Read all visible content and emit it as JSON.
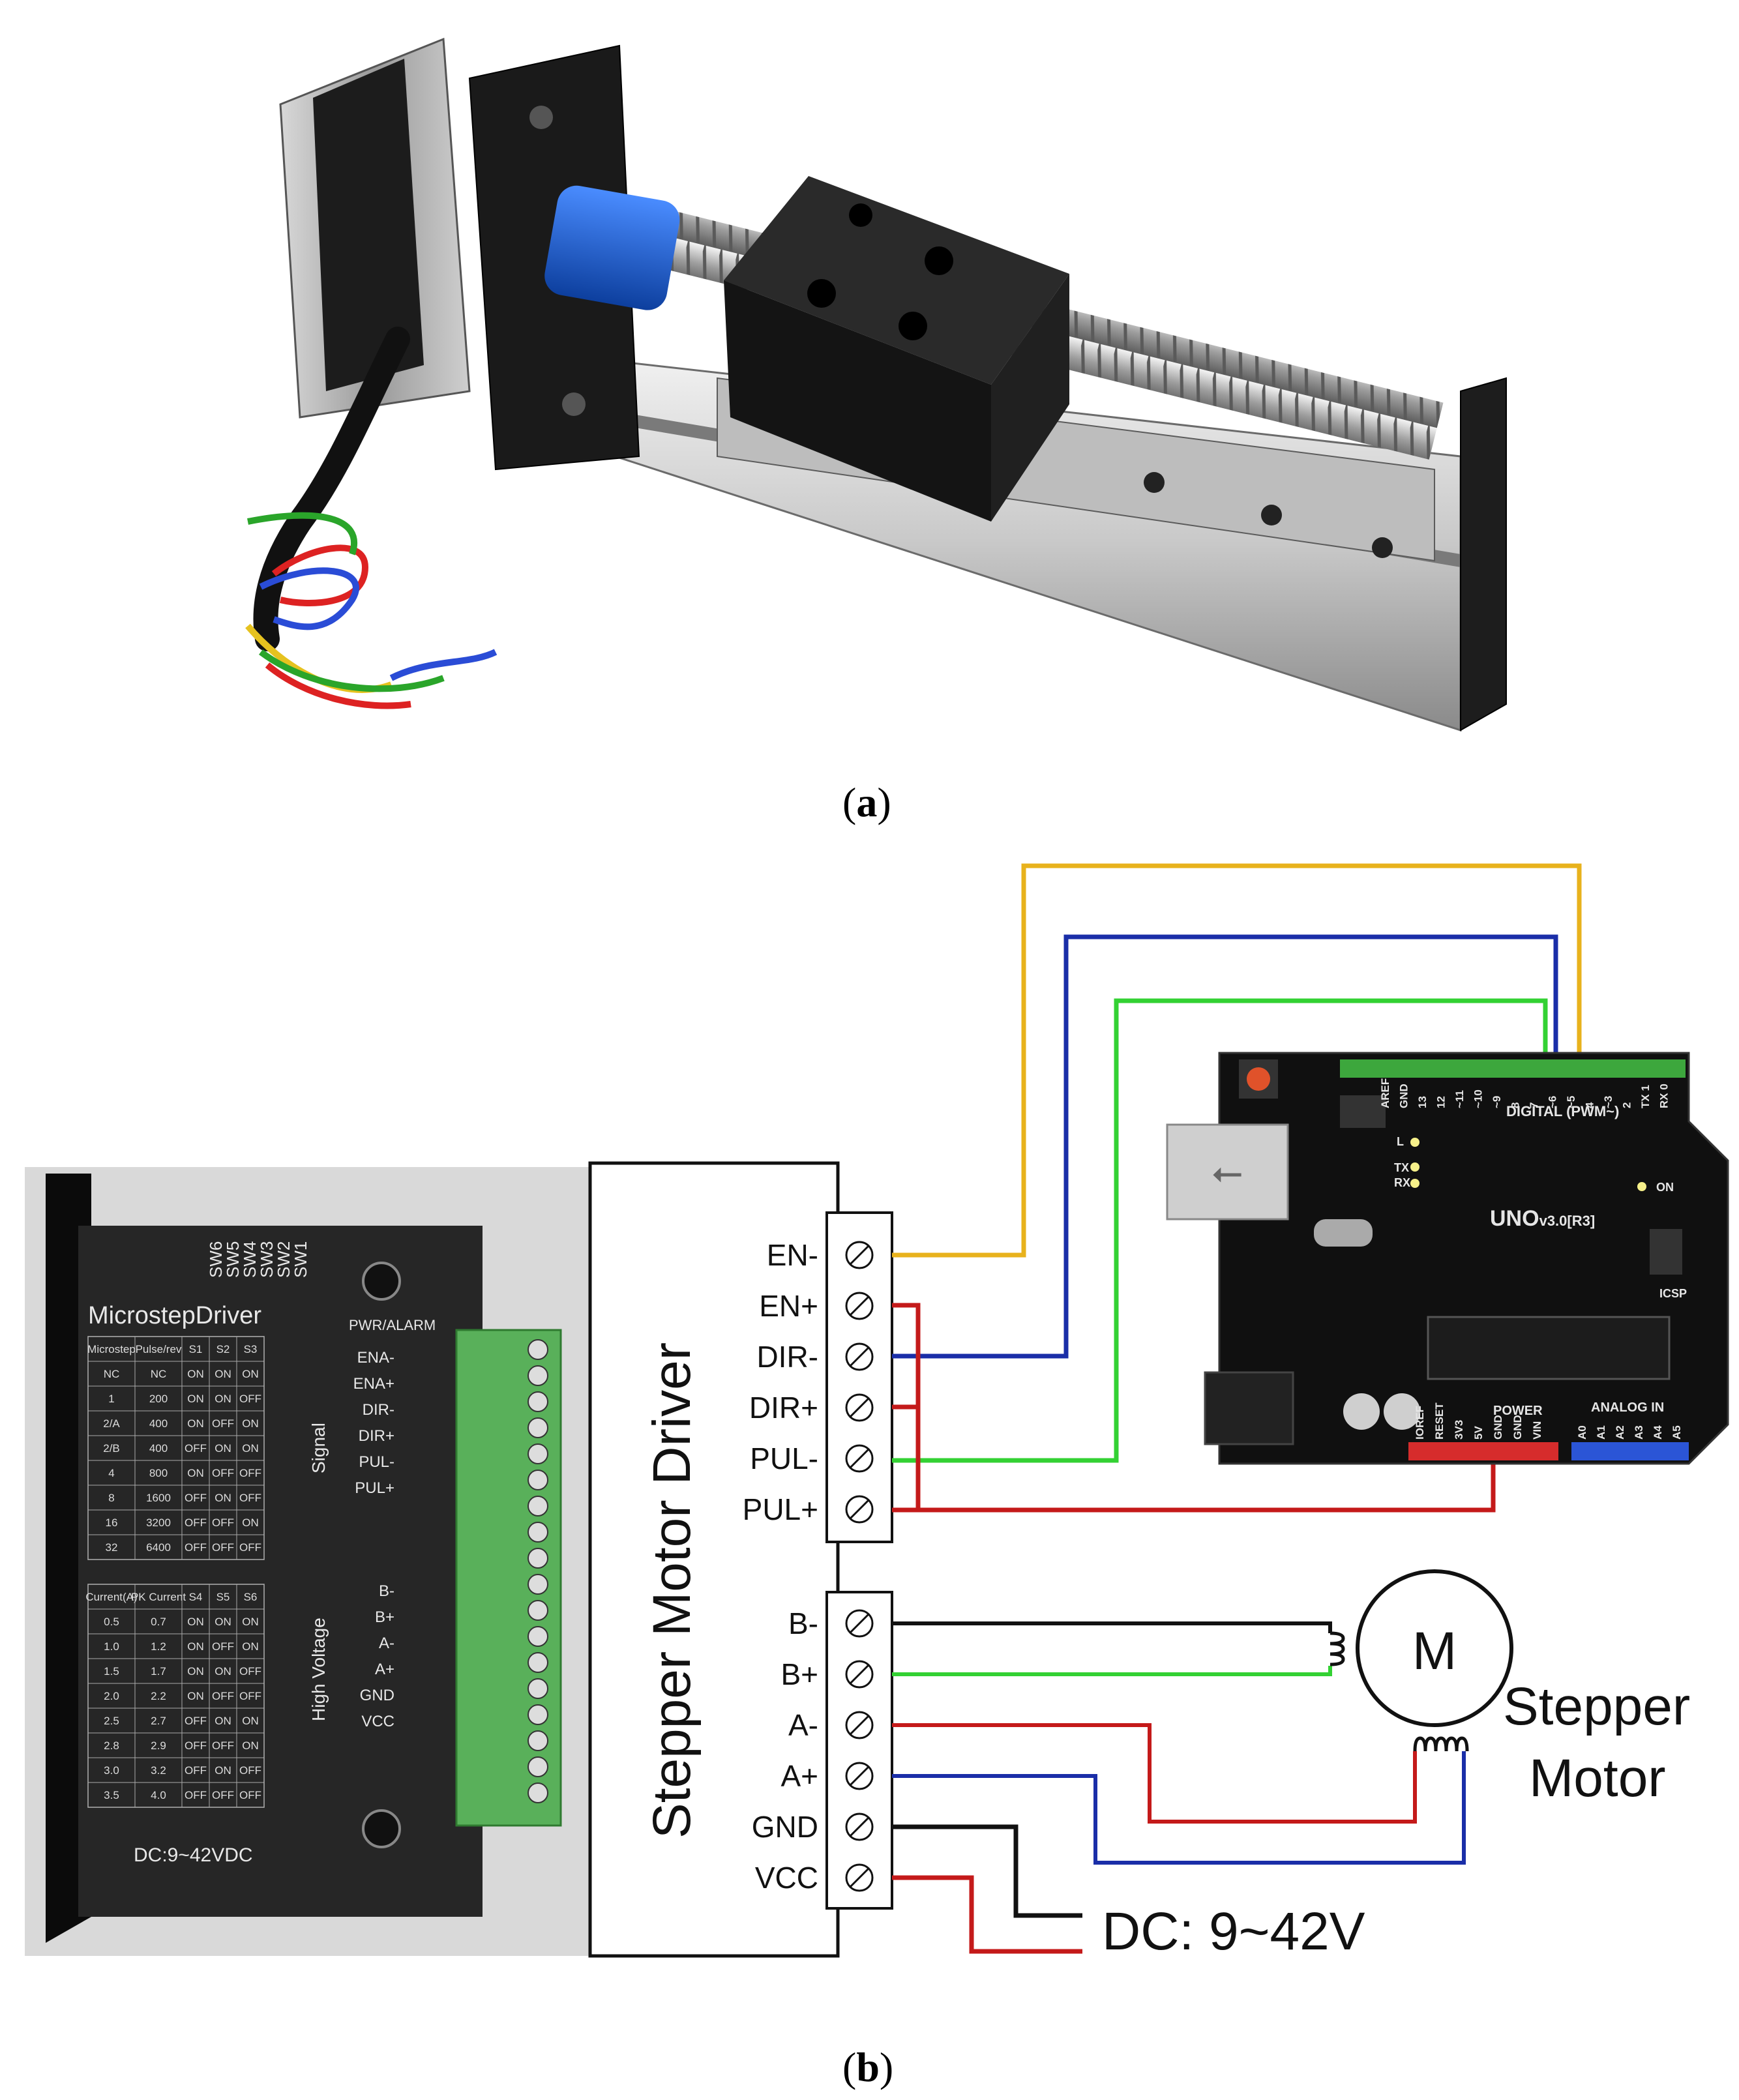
{
  "captions": {
    "a": "a",
    "b": "b"
  },
  "driver_box": {
    "title": "Stepper Motor Driver",
    "signal_terminals": [
      "EN-",
      "EN+",
      "DIR-",
      "DIR+",
      "PUL-",
      "PUL+"
    ],
    "power_terminals": [
      "B-",
      "B+",
      "A-",
      "A+",
      "GND",
      "VCC"
    ]
  },
  "motor": {
    "symbol": "M",
    "label_line1": "Stepper",
    "label_line2": "Motor"
  },
  "supply": {
    "label": "DC: 9~42V"
  },
  "arduino": {
    "model": "UNO",
    "version": "v3.0[R3]",
    "digital_header": "DIGITAL (PWM~)",
    "analog_header": "ANALOG IN",
    "power_header": "POWER",
    "icsp": "ICSP",
    "on": "ON",
    "l_led": "L",
    "tx_led": "TX",
    "rx_led": "RX",
    "digital_pins": [
      "AREF",
      "GND",
      "13",
      "12",
      "~11",
      "~10",
      "~9",
      "8",
      "7",
      "~6",
      "~5",
      "4",
      "~3",
      "2",
      "TX 1",
      "RX 0"
    ],
    "power_pins": [
      "IOREF",
      "RESET",
      "3V3",
      "5V",
      "GND",
      "GND",
      "VIN"
    ],
    "analog_pins": [
      "A0",
      "A1",
      "A2",
      "A3",
      "A4",
      "A5"
    ]
  },
  "photo_driver": {
    "brand": "MicrostepDriver",
    "pwr_alarm": "PWR/ALARM",
    "switches": [
      "SW6",
      "SW5",
      "SW4",
      "SW3",
      "SW2",
      "SW1"
    ],
    "signal_label": "Signal",
    "high_voltage_label": "High Voltage",
    "signal_pins": [
      "ENA-",
      "ENA+",
      "DIR-",
      "DIR+",
      "PUL-",
      "PUL+"
    ],
    "power_pins": [
      "B-",
      "B+",
      "A-",
      "A+",
      "GND",
      "VCC"
    ],
    "dc_rating": "DC:9~42VDC",
    "microstep_table": {
      "headers": [
        "Microstep",
        "Pulse/rev",
        "S1",
        "S2",
        "S3"
      ],
      "rows": [
        [
          "NC",
          "NC",
          "ON",
          "ON",
          "ON"
        ],
        [
          "1",
          "200",
          "ON",
          "ON",
          "OFF"
        ],
        [
          "2/A",
          "400",
          "ON",
          "OFF",
          "ON"
        ],
        [
          "2/B",
          "400",
          "OFF",
          "ON",
          "ON"
        ],
        [
          "4",
          "800",
          "ON",
          "OFF",
          "OFF"
        ],
        [
          "8",
          "1600",
          "OFF",
          "ON",
          "OFF"
        ],
        [
          "16",
          "3200",
          "OFF",
          "OFF",
          "ON"
        ],
        [
          "32",
          "6400",
          "OFF",
          "OFF",
          "OFF"
        ]
      ]
    },
    "current_table": {
      "headers": [
        "Current(A)",
        "PK Current",
        "S4",
        "S5",
        "S6"
      ],
      "rows": [
        [
          "0.5",
          "0.7",
          "ON",
          "ON",
          "ON"
        ],
        [
          "1.0",
          "1.2",
          "ON",
          "OFF",
          "ON"
        ],
        [
          "1.5",
          "1.7",
          "ON",
          "ON",
          "OFF"
        ],
        [
          "2.0",
          "2.2",
          "ON",
          "OFF",
          "OFF"
        ],
        [
          "2.5",
          "2.7",
          "OFF",
          "ON",
          "ON"
        ],
        [
          "2.8",
          "2.9",
          "OFF",
          "OFF",
          "ON"
        ],
        [
          "3.0",
          "3.2",
          "OFF",
          "ON",
          "OFF"
        ],
        [
          "3.5",
          "4.0",
          "OFF",
          "OFF",
          "OFF"
        ]
      ]
    }
  },
  "wire_colors": {
    "en_minus": "#e8b21c",
    "dir_minus": "#1a2ea8",
    "pul_minus": "#33d133",
    "plus_common": "#c41a1a",
    "b_minus": "#111111",
    "b_plus": "#33d133",
    "a_minus": "#c41a1a",
    "a_plus": "#1a2ea8",
    "gnd": "#111111",
    "vcc": "#c41a1a"
  }
}
